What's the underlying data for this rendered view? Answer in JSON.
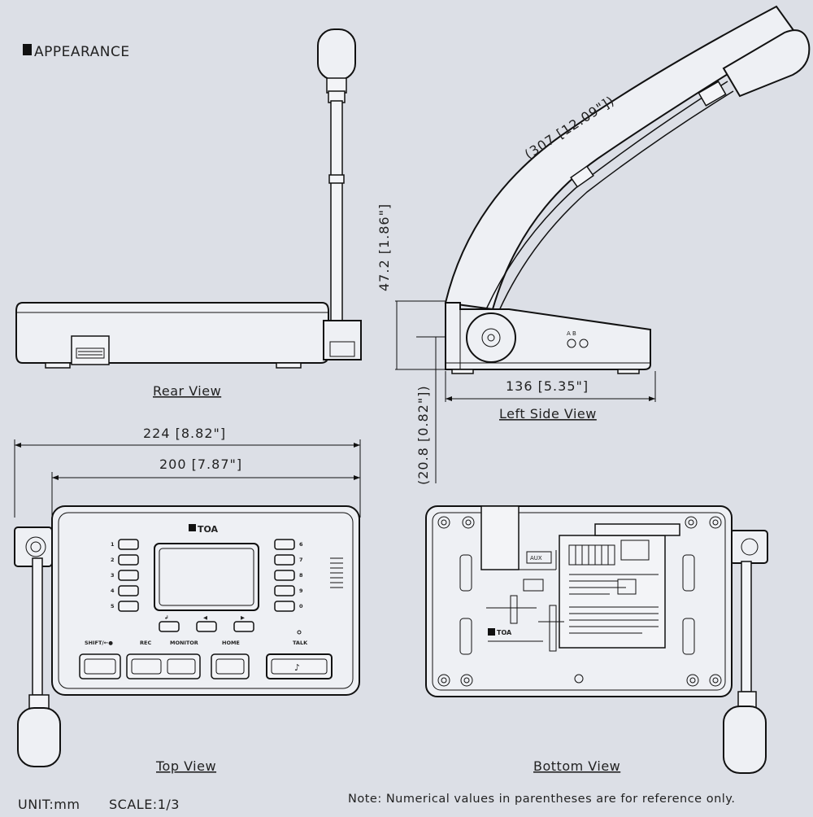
{
  "header": {
    "title": "APPEARANCE"
  },
  "views": {
    "rear": "Rear View",
    "left_side": "Left Side View",
    "top": "Top View",
    "bottom": "Bottom View"
  },
  "dimensions": {
    "mic_length": "(307 [12.09\"])",
    "height": "47.2 [1.86\"]",
    "depth": "136 [5.35\"]",
    "foot_height": "(20.8 [0.82\"])",
    "overall_width": "224 [8.82\"]",
    "body_width": "200 [7.87\"]"
  },
  "top_panel": {
    "brand": "TOA",
    "left_keys": [
      "1",
      "2",
      "3",
      "4",
      "5"
    ],
    "right_keys": [
      "6",
      "7",
      "8",
      "9",
      "0"
    ],
    "buttons": {
      "shift": "SHIFT/←●",
      "rec": "REC",
      "monitor": "MONITOR",
      "home": "HOME",
      "talk": "TALK"
    }
  },
  "bottom_panel": {
    "aux_label": "AUX",
    "brand": "TOA"
  },
  "footer": {
    "unit": "UNIT:mm",
    "scale": "SCALE:1/3",
    "note": "Note: Numerical values in parentheses are for reference only."
  },
  "icons": {
    "title_bullet": "filled-square",
    "brand": "toa-logo",
    "talk": "speaker-person-icon"
  }
}
